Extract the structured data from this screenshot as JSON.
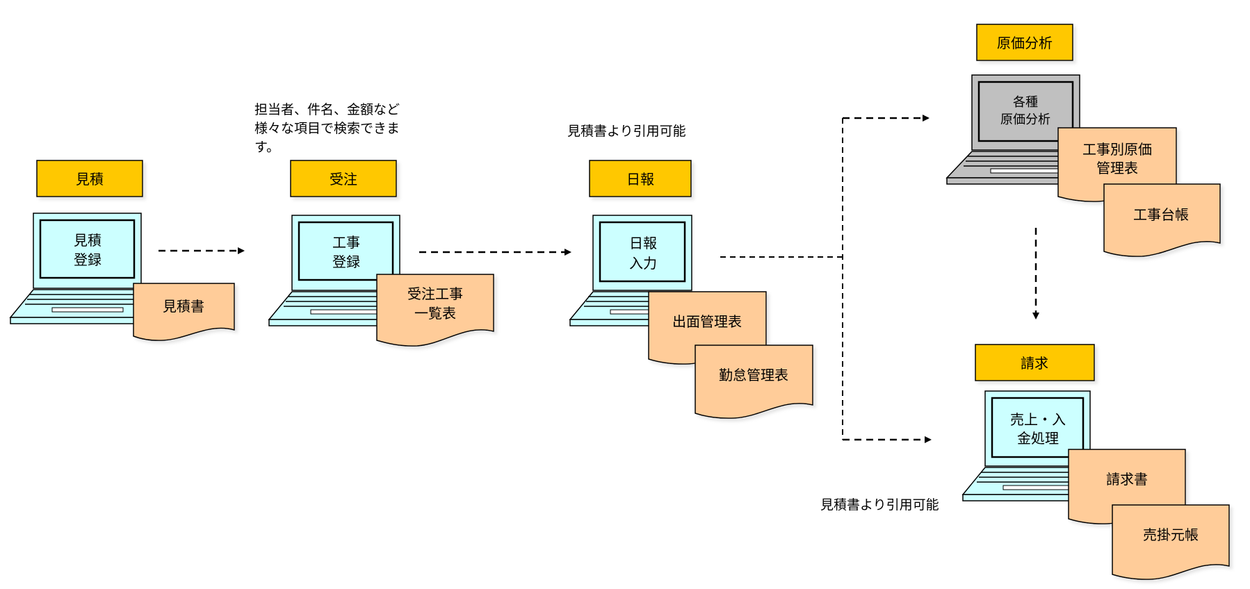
{
  "colors": {
    "label_fill": "#FFC800",
    "screen_fill": "#CCFFFF",
    "screen_gray": "#C0C0C0",
    "doc_fill": "#FFCC99",
    "stroke": "#000000"
  },
  "stages": {
    "mitsumori": {
      "label": "見積",
      "screen_line1": "見積",
      "screen_line2": "登録",
      "docs": [
        "見積書"
      ]
    },
    "juchu": {
      "label": "受注",
      "screen_line1": "工事",
      "screen_line2": "登録",
      "doc_line1": "受注工事",
      "doc_line2": "一覧表"
    },
    "nippo": {
      "label": "日報",
      "screen_line1": "日報",
      "screen_line2": "入力",
      "docs": [
        "出面管理表",
        "勤怠管理表"
      ]
    },
    "genka": {
      "label": "原価分析",
      "screen_line1": "各種",
      "screen_line2": "原価分析",
      "doc1_line1": "工事別原価",
      "doc1_line2": "管理表",
      "doc2": "工事台帳"
    },
    "seikyu": {
      "label": "請求",
      "screen_line1": "売上・入",
      "screen_line2": "金処理",
      "docs": [
        "請求書",
        "売掛元帳"
      ]
    }
  },
  "notes": {
    "search_line1": "担当者、件名、金額など",
    "search_line2": "様々な項目で検索できま",
    "search_line3": "す。",
    "quote_nippo": "見積書より引用可能",
    "quote_seikyu": "見積書より引用可能"
  }
}
